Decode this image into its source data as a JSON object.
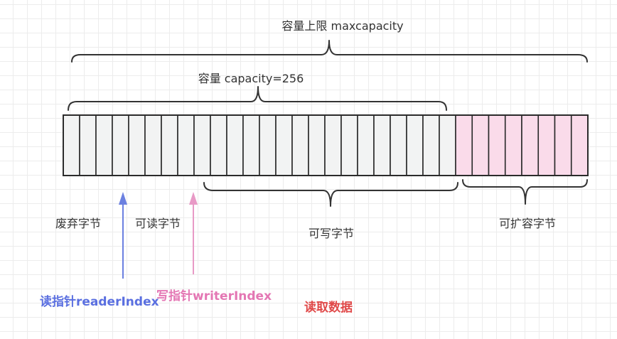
{
  "labels": {
    "max_capacity": "容量上限 maxcapacity",
    "capacity": "容量 capacity=256",
    "discarded_bytes": "废弃字节",
    "readable_bytes": "可读字节",
    "writable_bytes": "可写字节",
    "expandable_bytes": "可扩容字节",
    "reader_index": "读指针readerIndex",
    "writer_index": "写指针writerIndex",
    "read_data": "读取数据"
  },
  "buffer": {
    "capacity_cells": 24,
    "expandable_cells": 8
  },
  "colors": {
    "capacity_fill": "#f2f3f3",
    "expandable_fill": "#fadbea",
    "outline": "#2b2b2b",
    "reader_arrow": "#6b80e0",
    "writer_arrow": "#e89ac6",
    "reader_text": "#5a6fe0",
    "writer_text": "#e477b4",
    "read_data_text": "#e04848"
  }
}
